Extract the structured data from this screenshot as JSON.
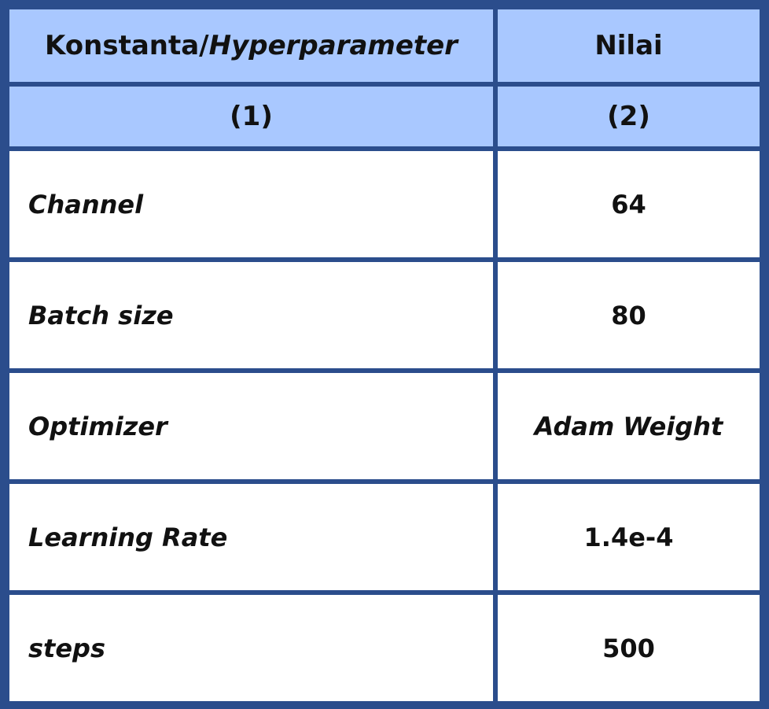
{
  "header": {
    "col1_plain": "Konstanta/",
    "col1_italic": "Hyperparameter",
    "col2": "Nilai"
  },
  "subheader": {
    "col1": "(1)",
    "col2": "(2)"
  },
  "rows": [
    {
      "key": "Channel",
      "value": "64"
    },
    {
      "key": "Batch size",
      "value": "80"
    },
    {
      "key": "Optimizer",
      "value": "Adam Weight"
    },
    {
      "key": "Learning Rate",
      "value": "1.4e-4"
    },
    {
      "key": "steps",
      "value": "500"
    }
  ],
  "colors": {
    "border": "#2b4d8c",
    "header_bg": "#a9c8ff",
    "body_bg": "#ffffff"
  }
}
